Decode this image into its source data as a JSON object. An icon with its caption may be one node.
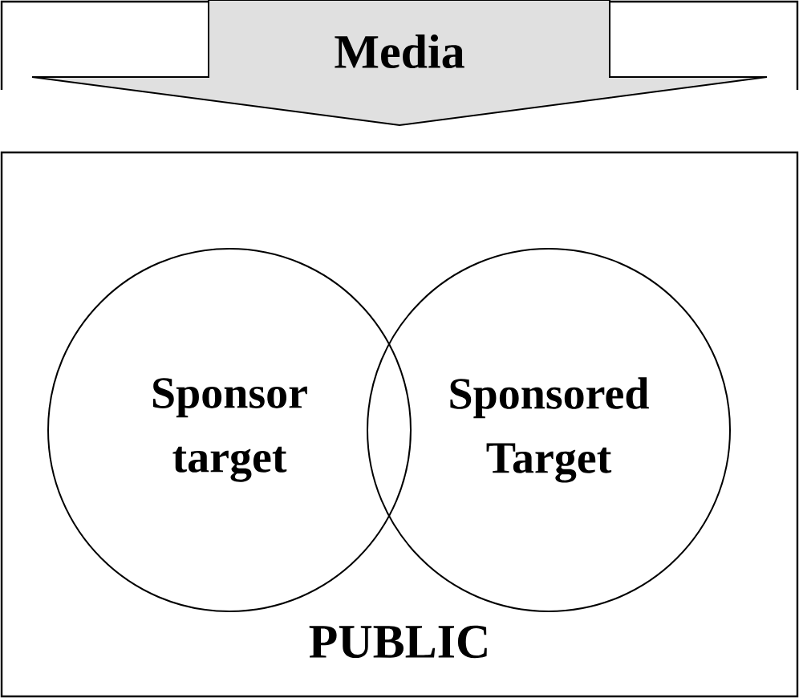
{
  "diagram": {
    "nodes": [
      {
        "text": [
          "Media"
        ]
      },
      {
        "text": [
          "PUBLIC"
        ]
      },
      {
        "text": [
          "Sponsor target"
        ],
        "in": 1
      },
      {
        "text": [
          "Sponsored Target"
        ],
        "in": 1
      }
    ]
  }
}
